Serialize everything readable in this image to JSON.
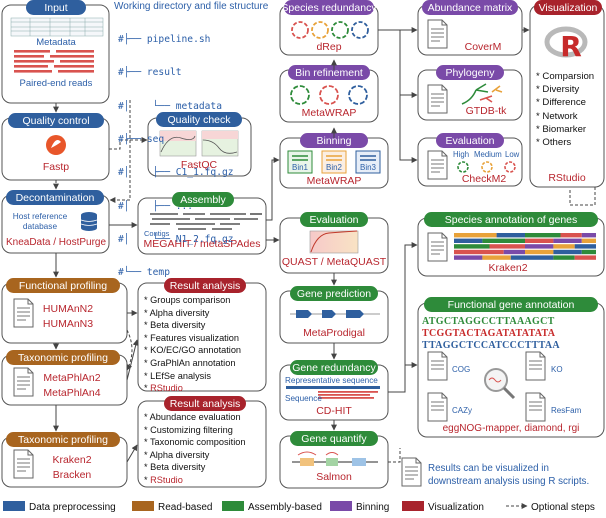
{
  "colors": {
    "preprocessing": "#2f5f9e",
    "read_based": "#a8651f",
    "assembly_based": "#2e8b3a",
    "binning": "#7a4aa8",
    "visualization": "#a8232c",
    "tool_text": "#b8262e",
    "blue_text": "#2c5fa8"
  },
  "modules": {
    "input": "Input",
    "qc": "Quality control",
    "qcheck": "Quality check",
    "decon": "Decontamination",
    "assembly": "Assembly",
    "func": "Functional profiling",
    "res1": "Result analysis",
    "tax1": "Taxonomic profiling",
    "res2": "Result analysis",
    "tax2": "Taxonomic profiling",
    "eval1": "Evaluation",
    "gpred": "Gene prediction",
    "gred": "Gene redundancy",
    "gquant": "Gene quantify",
    "sred": "Species redundancy",
    "binref": "Bin refinement",
    "binning": "Binning",
    "abund": "Abundance matrix",
    "phylo": "Phylogeny",
    "eval2": "Evaluation",
    "viz": "Visualization",
    "sannot": "Species annotation of genes",
    "fannot": "Functional gene annotation"
  },
  "tools": {
    "fastp": "Fastp",
    "fastqc": "FastQC",
    "decon": "KneaData / HostPurge",
    "assembly": "MEGAHIT / metaSPAdes",
    "func1": "HUMAnN2",
    "func2": "HUMAnN3",
    "tax1a": "MetaPhlAn2",
    "tax1b": "MetaPhlAn4",
    "tax2a": "Kraken2",
    "tax2b": "Bracken",
    "quast": "QUAST / MetaQUAST",
    "prodigal": "MetaProdigal",
    "cdhit": "CD-HIT",
    "salmon": "Salmon",
    "drep": "dRep",
    "metawrap1": "MetaWRAP",
    "metawrap2": "MetaWRAP",
    "coverm": "CoverM",
    "gtdb": "GTDB-tk",
    "checkm": "CheckM2",
    "rstudio": "RStudio",
    "kraken_sa": "Kraken2",
    "eggnog": "eggNOG-mapper, diamond, rgi"
  },
  "labels": {
    "metadata": "Metadata",
    "paired": "Paired-end reads",
    "host_db_1": "Host reference",
    "host_db_2": "database",
    "contigs": "Contigs",
    "bin1": "Bin1",
    "bin2": "Bin2",
    "bin3": "Bin3",
    "high": "High",
    "medium": "Medium",
    "low": "Low",
    "rep_seq": "Representative sequence",
    "sequence": "Sequence",
    "cog": "COG",
    "ko": "KO",
    "cazy": "CAZy",
    "resfam": "ResFam",
    "note1": "Results can be visualized in",
    "note2": "downstream analysis using R scripts.",
    "dna1": "ATGCTAGGCCTTAAAGCT",
    "dna2": "TCGGTACTAGATATATATA",
    "dna3": "TTAGGCTCCATCCCTTTAA"
  },
  "workdir": {
    "title": "Working directory and file structure",
    "lines": [
      "#├── pipeline.sh",
      "#├── result",
      "#│    └── metadata",
      "#├── seq",
      "#│    ├── C1_1.fq.gz",
      "#│    ├── ...",
      "#│    └── N1_2.fq.gz",
      "#└── temp"
    ]
  },
  "lists": {
    "res1": [
      "Groups comparison",
      "Alpha diversity",
      "Beta diversity",
      "Features visualization",
      "KO/EC/GO annotation",
      "GraPhlAn annotation",
      "LEfSe analysis",
      "RStudio"
    ],
    "res2": [
      "Abundance evaluation",
      "Customizing filtering",
      "Taxonomic composition",
      "Alpha diversity",
      "Beta diversity",
      "RStudio"
    ],
    "viz": [
      "Comparsion",
      "Diversity",
      "Difference",
      "Network",
      "Biomarker",
      "Others"
    ]
  },
  "legend": {
    "items": [
      "Data preprocessing",
      "Read-based",
      "Assembly-based",
      "Binning",
      "Visualization"
    ],
    "optional": "Optional steps"
  }
}
